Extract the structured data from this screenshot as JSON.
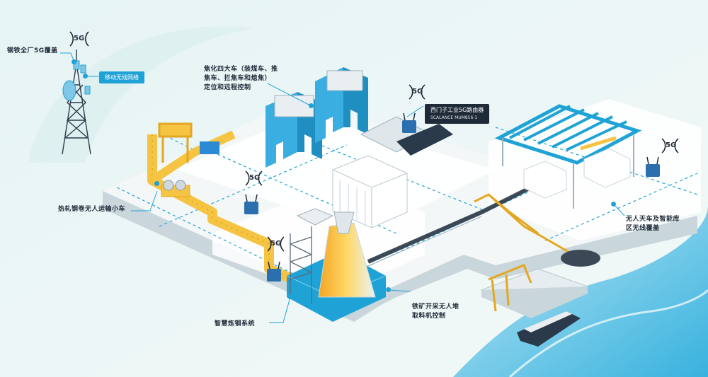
{
  "labels": {
    "full_plant_5g": "钢铁全厂5G覆盖",
    "mobile_network": "移动无线网络",
    "coke_oven": "焦化四大车（装煤车、推\n焦车、拦焦车和熄焦）\n定位和远程控制",
    "siemens_router": "西门子工业5G路由器",
    "siemens_model": "SCALANCE MUM856-1",
    "hot_rolled": "热轧钢卷无人运输小车",
    "crane_zone": "无人天车及智能库\n区无线覆盖",
    "ore_mining": "铁矿开采无人堆\n取料机控制",
    "smart_steelmaking": "智慧炼钢系统"
  },
  "badge_5g": "5G",
  "colors": {
    "accent": "#1fa3d6",
    "yellow": "#f6c443",
    "sea": "#5cc6e6",
    "platform": "#f4f7f8",
    "dark": "#1e2a38"
  }
}
